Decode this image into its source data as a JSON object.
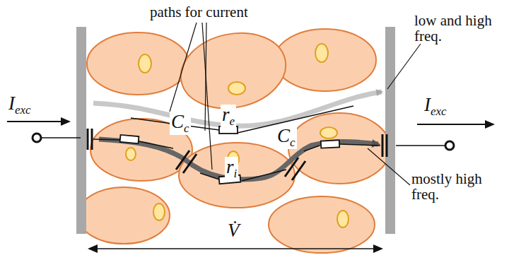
{
  "diagram": {
    "labels": [
      "paths for current",
      "low and high freq.",
      "Iexc",
      "Iexc",
      "re",
      "Cc",
      "Cc",
      "ri",
      "mostly high freq.",
      "V̇"
    ]
  }
}
